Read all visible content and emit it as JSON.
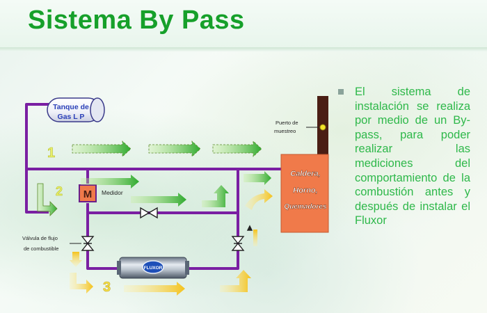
{
  "title": "Sistema By Pass",
  "description": "El sistema de instalación se realiza por medio de un By-pass, para poder realizar las mediciones del comportamiento de la combustión antes y después de instalar el Fluxor",
  "diagram": {
    "tank_line1": "Tanque de",
    "tank_line2": "Gas L P",
    "step1": "1",
    "step2": "2",
    "step3": "3",
    "meter_letter": "M",
    "meter_label": "Medidor",
    "valve_label_line1": "Válvula de flujo",
    "valve_label_line2": "de combustible",
    "sample_line1": "Puerto de",
    "sample_line2": "muestreo",
    "boiler_line1": "Caldera,",
    "boiler_line2": "Horno,",
    "boiler_line3": "Quemadores",
    "fluxor_label": "FLUXOR"
  },
  "colors": {
    "title": "#16a02a",
    "pipe": "#7a1fa2",
    "boiler": "#f07a4a",
    "text": "#2eb84a",
    "meter": "#f07a4a",
    "chimney": "#4a1e14"
  }
}
